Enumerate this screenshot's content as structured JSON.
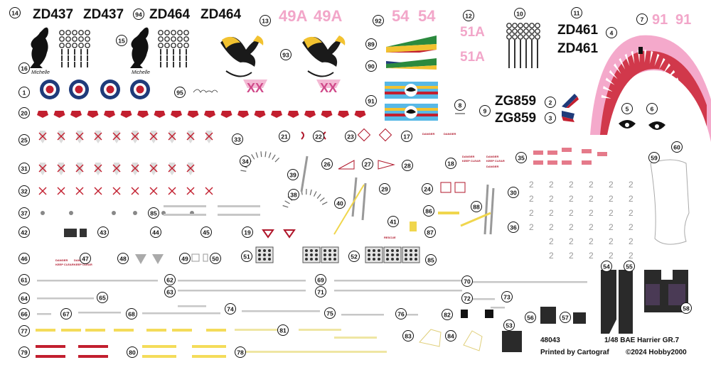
{
  "header_regs": {
    "zd437": "ZD437",
    "zd464": "ZD464",
    "zd461": "ZD461",
    "zg859": "ZG859"
  },
  "pink_codes": {
    "c49a": "49A",
    "c54": "54",
    "c51a": "51A",
    "c91": "91"
  },
  "squadron_letters": "XX",
  "signature": "Michelle",
  "footer": {
    "kit_number": "48043",
    "title": "1/48 BAE Harrier GR.7",
    "printer": "Printed by Cartograf",
    "copyright": "©2024 Hobby2000"
  },
  "decal_numbers": {
    "n1": "1",
    "n2": "2",
    "n3": "3",
    "n4": "4",
    "n5": "5",
    "n6": "6",
    "n7": "7",
    "n8": "8",
    "n9": "9",
    "n10": "10",
    "n11": "11",
    "n12": "12",
    "n13": "13",
    "n14": "14",
    "n15": "15",
    "n16": "16",
    "n17": "17",
    "n18": "18",
    "n19": "19",
    "n20": "20",
    "n21": "21",
    "n22": "22",
    "n23": "23",
    "n24": "24",
    "n25": "25",
    "n26": "26",
    "n27": "27",
    "n28": "28",
    "n29": "29",
    "n30": "30",
    "n31": "31",
    "n32": "32",
    "n33": "33",
    "n34": "34",
    "n35": "35",
    "n36": "36",
    "n37": "37",
    "n38": "38",
    "n39": "39",
    "n40": "40",
    "n41": "41",
    "n42": "42",
    "n43": "43",
    "n44": "44",
    "n45": "45",
    "n46": "46",
    "n47": "47",
    "n48": "48",
    "n49": "49",
    "n50": "50",
    "n51": "51",
    "n52": "52",
    "n53": "53",
    "n54": "54",
    "n55": "55",
    "n56": "56",
    "n57": "57",
    "n58": "58",
    "n59": "59",
    "n60": "60",
    "n61": "61",
    "n62": "62",
    "n63": "63",
    "n64": "64",
    "n65": "65",
    "n66": "66",
    "n67": "67",
    "n68": "68",
    "n69": "69",
    "n70": "70",
    "n71": "71",
    "n72": "72",
    "n73": "73",
    "n74": "74",
    "n75": "75",
    "n76": "76",
    "n77": "77",
    "n78": "78",
    "n79": "79",
    "n80": "80",
    "n81": "81",
    "n82": "82",
    "n83": "83",
    "n84": "84",
    "n85": "85",
    "n86": "86",
    "n87": "87",
    "n88": "88",
    "n89": "89",
    "n90": "90",
    "n91": "91",
    "n92": "92",
    "n93": "93",
    "n94": "94",
    "n95": "95"
  },
  "stencil_texts": {
    "danger": "DANGER",
    "keep_clear": "KEEP CLEAR",
    "rescue": "RESCUE",
    "digit2": "2"
  },
  "colors": {
    "roundel_blue": "#1f3b7a",
    "roundel_red": "#c21f2f",
    "stencil_red": "#b0172b",
    "pink": "#f2a6c9",
    "shark_red": "#d1384b",
    "yellow": "#f4dc5a",
    "light_yellow": "#efe6a3",
    "grey": "#c7c7c7"
  }
}
